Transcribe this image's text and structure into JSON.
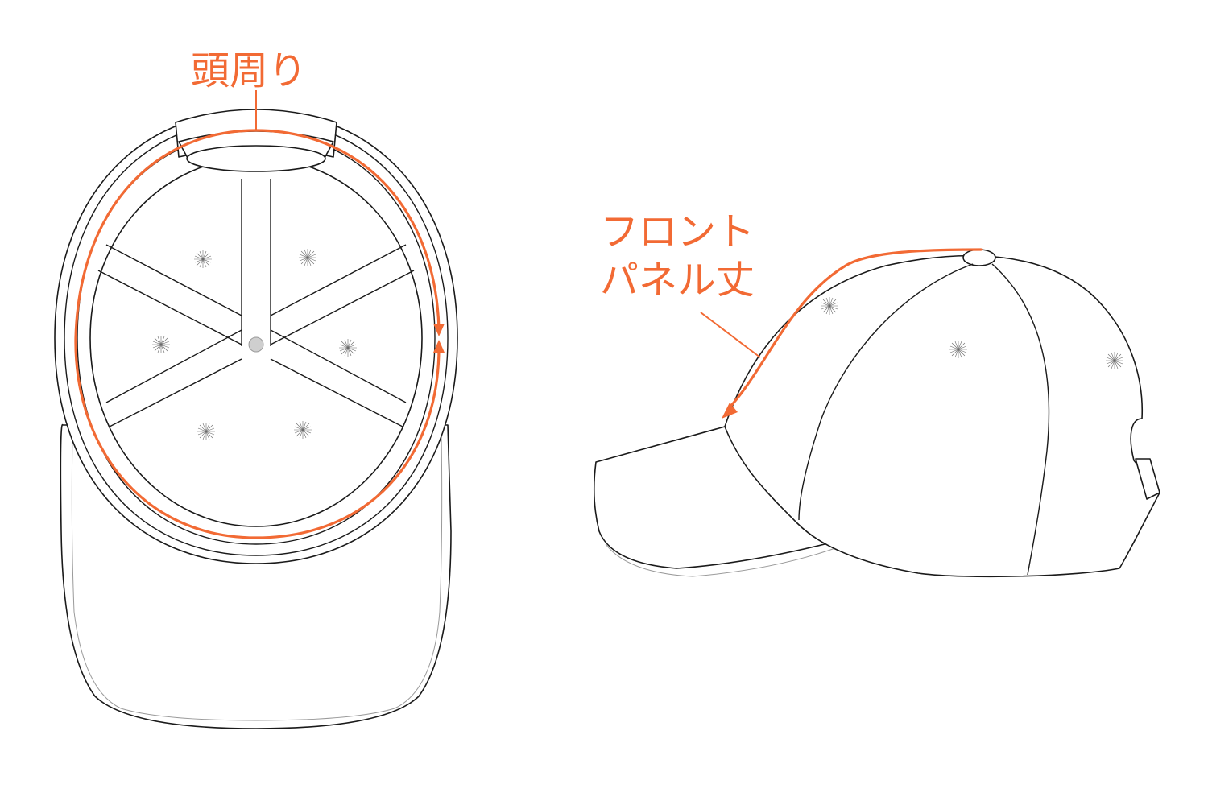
{
  "labels": {
    "head_circumference": "頭周り",
    "front_panel_line1": "フロント",
    "front_panel_line2": "パネル丈"
  },
  "colors": {
    "accent": "#f26a34",
    "outline": "#1a1a1a"
  }
}
